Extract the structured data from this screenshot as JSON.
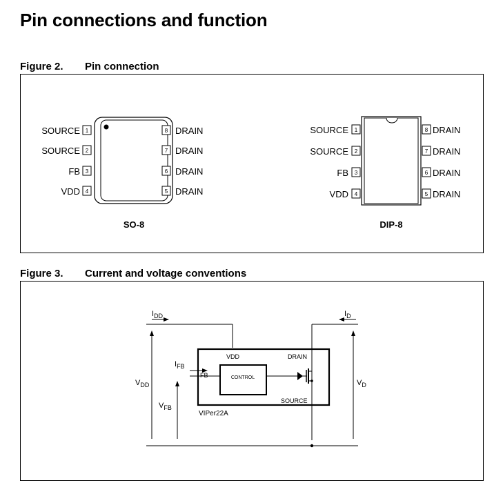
{
  "page_title": "Pin connections and function",
  "figure2": {
    "number": "Figure 2.",
    "title": "Pin connection",
    "packages": [
      {
        "name": "SO-8",
        "left_pins": [
          {
            "num": "1",
            "label": "SOURCE"
          },
          {
            "num": "2",
            "label": "SOURCE"
          },
          {
            "num": "3",
            "label": "FB"
          },
          {
            "num": "4",
            "label": "VDD"
          }
        ],
        "right_pins": [
          {
            "num": "8",
            "label": "DRAIN"
          },
          {
            "num": "7",
            "label": "DRAIN"
          },
          {
            "num": "6",
            "label": "DRAIN"
          },
          {
            "num": "5",
            "label": "DRAIN"
          }
        ]
      },
      {
        "name": "DIP-8",
        "left_pins": [
          {
            "num": "1",
            "label": "SOURCE"
          },
          {
            "num": "2",
            "label": "SOURCE"
          },
          {
            "num": "3",
            "label": "FB"
          },
          {
            "num": "4",
            "label": "VDD"
          }
        ],
        "right_pins": [
          {
            "num": "8",
            "label": "DRAIN"
          },
          {
            "num": "7",
            "label": "DRAIN"
          },
          {
            "num": "6",
            "label": "DRAIN"
          },
          {
            "num": "5",
            "label": "DRAIN"
          }
        ]
      }
    ]
  },
  "figure3": {
    "number": "Figure 3.",
    "title": "Current and voltage conventions",
    "labels": {
      "idd": {
        "main": "I",
        "sub": "DD"
      },
      "id": {
        "main": "I",
        "sub": "D"
      },
      "ifb": {
        "main": "I",
        "sub": "FB"
      },
      "vdd": {
        "main": "V",
        "sub": "DD"
      },
      "vfb": {
        "main": "V",
        "sub": "FB"
      },
      "vd": {
        "main": "V",
        "sub": "D"
      },
      "pin_vdd": "VDD",
      "pin_drain": "DRAIN",
      "pin_fb": "FB",
      "pin_source": "SOURCE",
      "control": "CONTROL",
      "device": "VIPer22A"
    }
  }
}
